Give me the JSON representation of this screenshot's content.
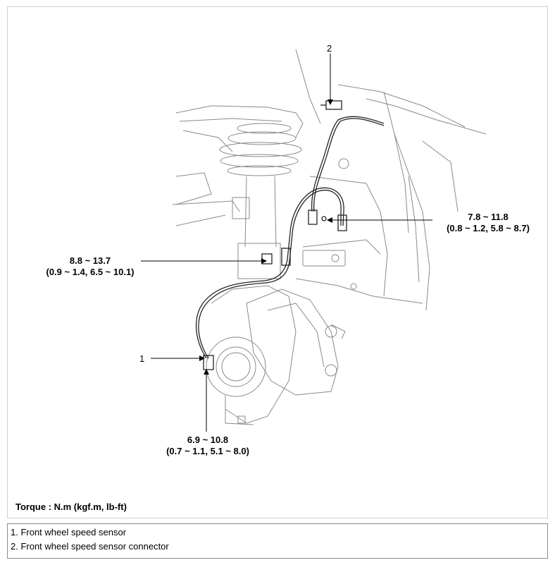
{
  "callouts": {
    "num1": "1",
    "num2": "2",
    "torque_connector": {
      "line1": "7.8 ~ 11.8",
      "line2": "(0.8 ~ 1.2, 5.8 ~ 8.7)"
    },
    "torque_bracket": {
      "line1": "8.8 ~ 13.7",
      "line2": "(0.9 ~ 1.4, 6.5 ~ 10.1)"
    },
    "torque_sensor": {
      "line1": "6.9 ~ 10.8",
      "line2": "(0.7 ~ 1.1, 5.1 ~ 8.0)"
    }
  },
  "torque_unit": "Torque : N.m (kgf.m, lb-ft)",
  "legend": [
    "1. Front wheel speed sensor",
    "2. Front wheel speed sensor connector"
  ]
}
